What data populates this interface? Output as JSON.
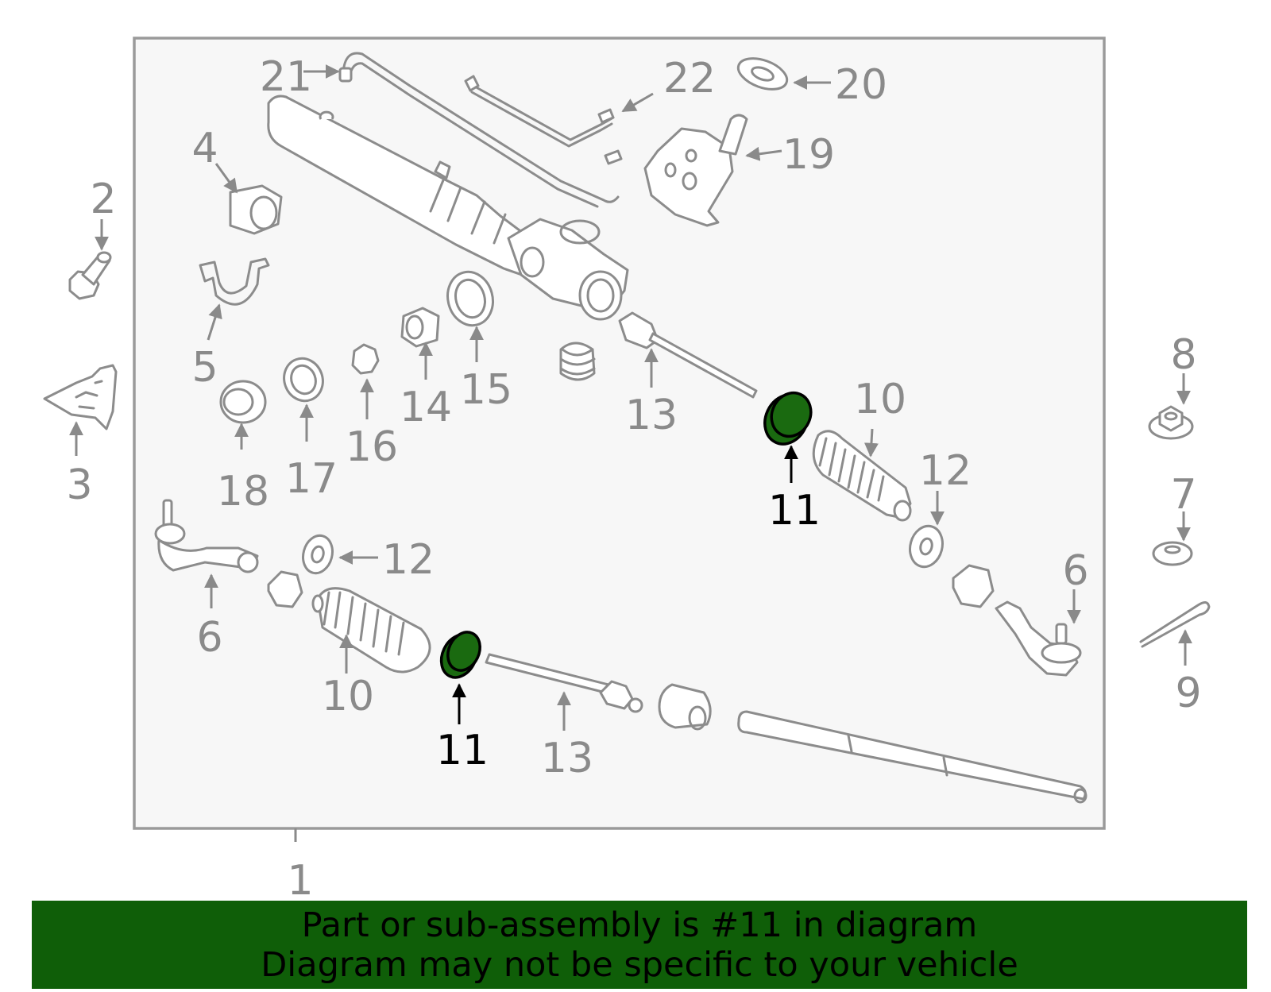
{
  "diagram": {
    "highlight_color": "#1a6a10",
    "frame_fill": "#f7f7f7",
    "frame_stroke": "#9a9a9a",
    "callouts": [
      {
        "id": "c1",
        "text": "1"
      },
      {
        "id": "c2",
        "text": "2"
      },
      {
        "id": "c3",
        "text": "3"
      },
      {
        "id": "c4",
        "text": "4"
      },
      {
        "id": "c5",
        "text": "5"
      },
      {
        "id": "c6a",
        "text": "6"
      },
      {
        "id": "c6b",
        "text": "6"
      },
      {
        "id": "c7",
        "text": "7"
      },
      {
        "id": "c8",
        "text": "8"
      },
      {
        "id": "c9",
        "text": "9"
      },
      {
        "id": "c10a",
        "text": "10"
      },
      {
        "id": "c10b",
        "text": "10"
      },
      {
        "id": "c11a",
        "text": "11"
      },
      {
        "id": "c11b",
        "text": "11"
      },
      {
        "id": "c12a",
        "text": "12"
      },
      {
        "id": "c12b",
        "text": "12"
      },
      {
        "id": "c13a",
        "text": "13"
      },
      {
        "id": "c13b",
        "text": "13"
      },
      {
        "id": "c14",
        "text": "14"
      },
      {
        "id": "c15",
        "text": "15"
      },
      {
        "id": "c16",
        "text": "16"
      },
      {
        "id": "c17",
        "text": "17"
      },
      {
        "id": "c18",
        "text": "18"
      },
      {
        "id": "c19",
        "text": "19"
      },
      {
        "id": "c20",
        "text": "20"
      },
      {
        "id": "c21",
        "text": "21"
      },
      {
        "id": "c22",
        "text": "22"
      }
    ],
    "highlighted_part": "11"
  },
  "banner": {
    "background": "#0f5e08",
    "line1": "Part or sub-assembly is #11 in diagram",
    "line2": "Diagram may not be specific to your vehicle"
  }
}
